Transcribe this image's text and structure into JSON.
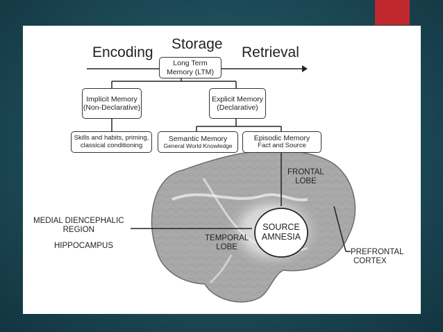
{
  "headings": {
    "encoding": "Encoding",
    "storage": "Storage",
    "retrieval": "Retrieval"
  },
  "boxes": {
    "ltm": [
      "Long Term",
      "Memory (LTM)"
    ],
    "implicit": [
      "Implicit Memory",
      "(Non-Declarative)"
    ],
    "explicit": [
      "Explicit Memory",
      "(Declarative)"
    ],
    "skills": [
      "Skills and habits, priming,",
      "classical conditioning"
    ],
    "semantic": [
      "Semantic Memory",
      "General World Knowledge"
    ],
    "episodic": [
      "Episodic Memory",
      "Fact and Source"
    ]
  },
  "brain_labels": {
    "frontal_lobe": [
      "FRONTAL",
      "LOBE"
    ],
    "medial_diencephalic": [
      "MEDIAL DIENCEPHALIC",
      "REGION"
    ],
    "hippocampus": "HIPPOCAMPUS",
    "temporal_lobe": [
      "TEMPORAL",
      "LOBE"
    ],
    "source_amnesia": [
      "SOURCE",
      "AMNESIA"
    ],
    "prefrontal_cortex": [
      "PREFRONTAL",
      "CORTEX"
    ]
  },
  "colors": {
    "background": "#1d4a57",
    "accent": "#c0282e",
    "brain_fill": "#a9a9a9",
    "line": "#222222"
  }
}
